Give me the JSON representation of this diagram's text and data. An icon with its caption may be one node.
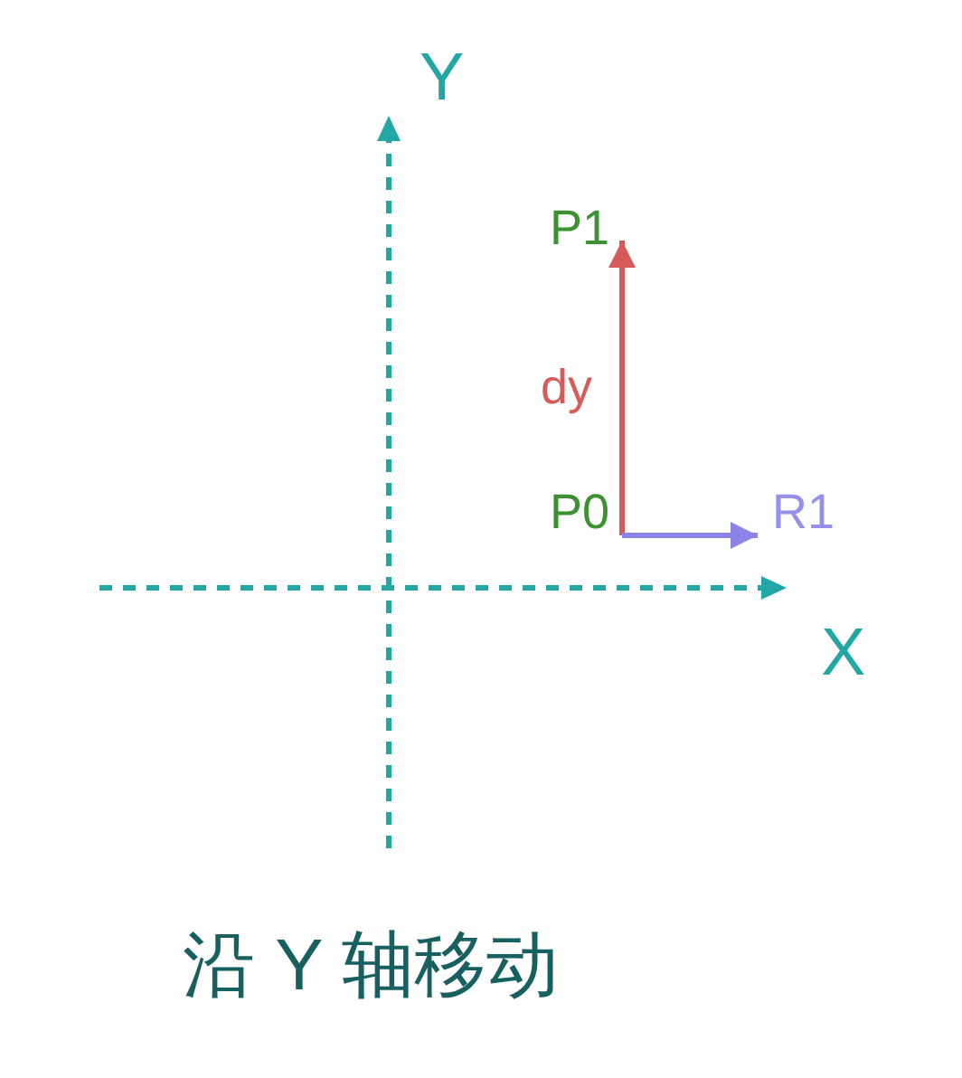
{
  "diagram": {
    "caption": "沿 Y 轴移动",
    "nodes": [
      {
        "text": [
          "P1"
        ]
      },
      {
        "text": [
          "P0"
        ]
      },
      {
        "text": [
          "R1"
        ]
      }
    ],
    "edges": [
      {
        "from": 1,
        "to": 0,
        "arrow": "to",
        "label": "dy",
        "color": "#d55b58"
      },
      {
        "from": 1,
        "to": 2,
        "arrow": "to",
        "color": "#8b84e8"
      }
    ],
    "labels": [
      "Y",
      "X"
    ]
  }
}
